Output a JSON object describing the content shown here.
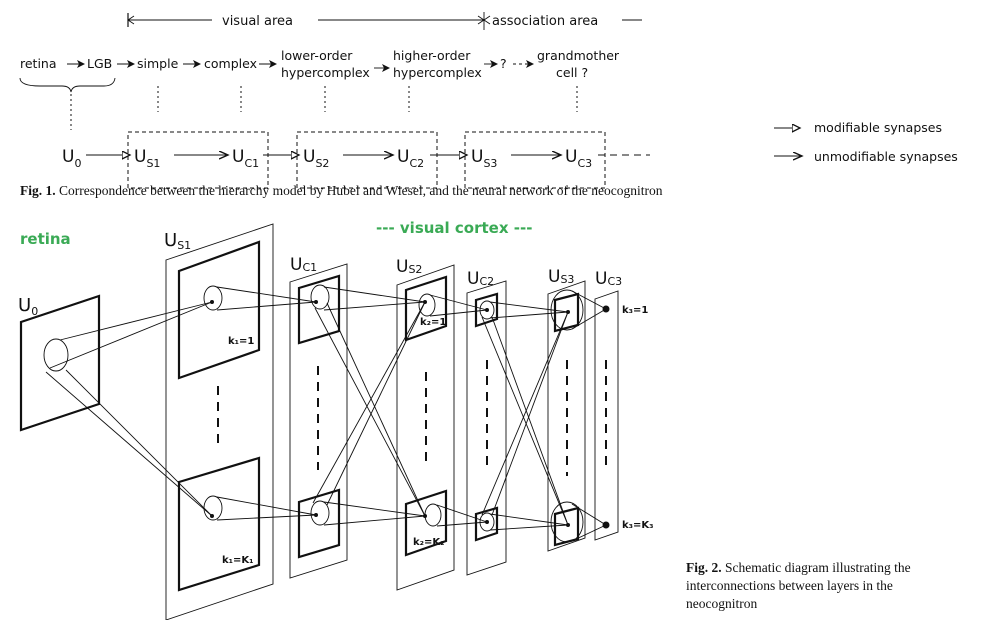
{
  "fig1": {
    "area_labels": {
      "visual": "visual area",
      "association": "association area"
    },
    "hierarchy": {
      "retina": "retina",
      "lgb": "LGB",
      "simple": "simple",
      "complex": "complex",
      "lower_line1": "lower-order",
      "lower_line2": "hypercomplex",
      "higher_line1": "higher-order",
      "higher_line2": "hypercomplex",
      "unknown": "?",
      "grandmother_line1": "grandmother",
      "grandmother_line2": "cell ?"
    },
    "network": {
      "u0": {
        "main": "U",
        "sub": "0"
      },
      "us1": {
        "main": "U",
        "sub": "S1"
      },
      "uc1": {
        "main": "U",
        "sub": "C1"
      },
      "us2": {
        "main": "U",
        "sub": "S2"
      },
      "uc2": {
        "main": "U",
        "sub": "C2"
      },
      "us3": {
        "main": "U",
        "sub": "S3"
      },
      "uc3": {
        "main": "U",
        "sub": "C3"
      }
    },
    "legend": {
      "modifiable": "modifiable synapses",
      "unmodifiable": "unmodifiable synapses"
    },
    "caption": {
      "label": "Fig. 1.",
      "text": " Correspondence between the hierarchy model by Hubel and Wiesel, and the neural network of the neocognitron"
    }
  },
  "fig2": {
    "annotations": {
      "retina": "retina",
      "visual_cortex": "--- visual cortex ---"
    },
    "layers": {
      "u0": {
        "main": "U",
        "sub": "0"
      },
      "us1": {
        "main": "U",
        "sub": "S1"
      },
      "uc1": {
        "main": "U",
        "sub": "C1"
      },
      "us2": {
        "main": "U",
        "sub": "S2"
      },
      "uc2": {
        "main": "U",
        "sub": "C2"
      },
      "us3": {
        "main": "U",
        "sub": "S3"
      },
      "uc3": {
        "main": "U",
        "sub": "C3"
      }
    },
    "plane_labels": {
      "k1_first": "k₁=1",
      "k1_last": "k₁=K₁",
      "k2_first": "k₂=1",
      "k2_last": "k₂=K₂",
      "k3_first": "k₃=1",
      "k3_last": "k₃=K₃"
    },
    "caption": {
      "label": "Fig. 2.",
      "line1": " Schematic diagram illustrating the",
      "line2": "interconnections between layers in the",
      "line3": "neocognitron"
    }
  }
}
